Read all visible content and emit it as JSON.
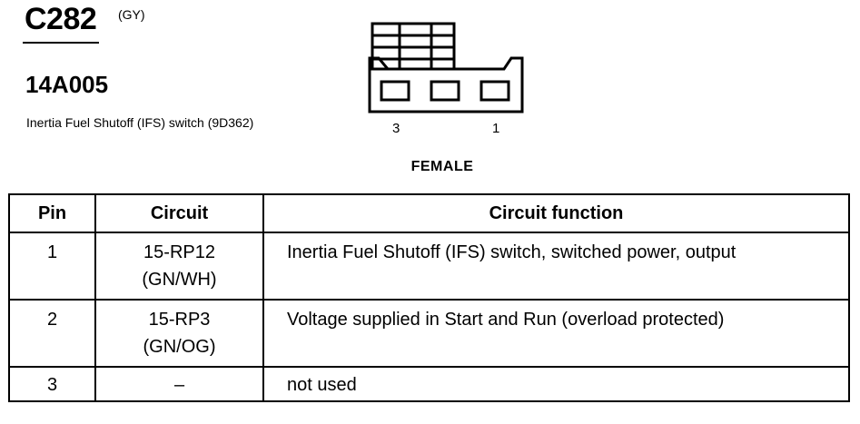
{
  "connector": {
    "id": "C282",
    "color": "(GY)",
    "part_number": "14A005",
    "component": "Inertia Fuel Shutoff (IFS) switch (9D362)",
    "pin_labels": {
      "left": "3",
      "right": "1"
    },
    "gender": "FEMALE"
  },
  "table": {
    "headers": {
      "pin": "Pin",
      "circuit": "Circuit",
      "function": "Circuit function"
    },
    "rows": [
      {
        "pin": "1",
        "circuit": [
          "15-RP12",
          "(GN/WH)"
        ],
        "function": "Inertia Fuel Shutoff (IFS) switch, switched power, output"
      },
      {
        "pin": "2",
        "circuit": [
          "15-RP3",
          "(GN/OG)"
        ],
        "function": "Voltage supplied in Start and Run (overload protected)"
      },
      {
        "pin": "3",
        "circuit": [
          "–"
        ],
        "function": "not used"
      }
    ]
  }
}
